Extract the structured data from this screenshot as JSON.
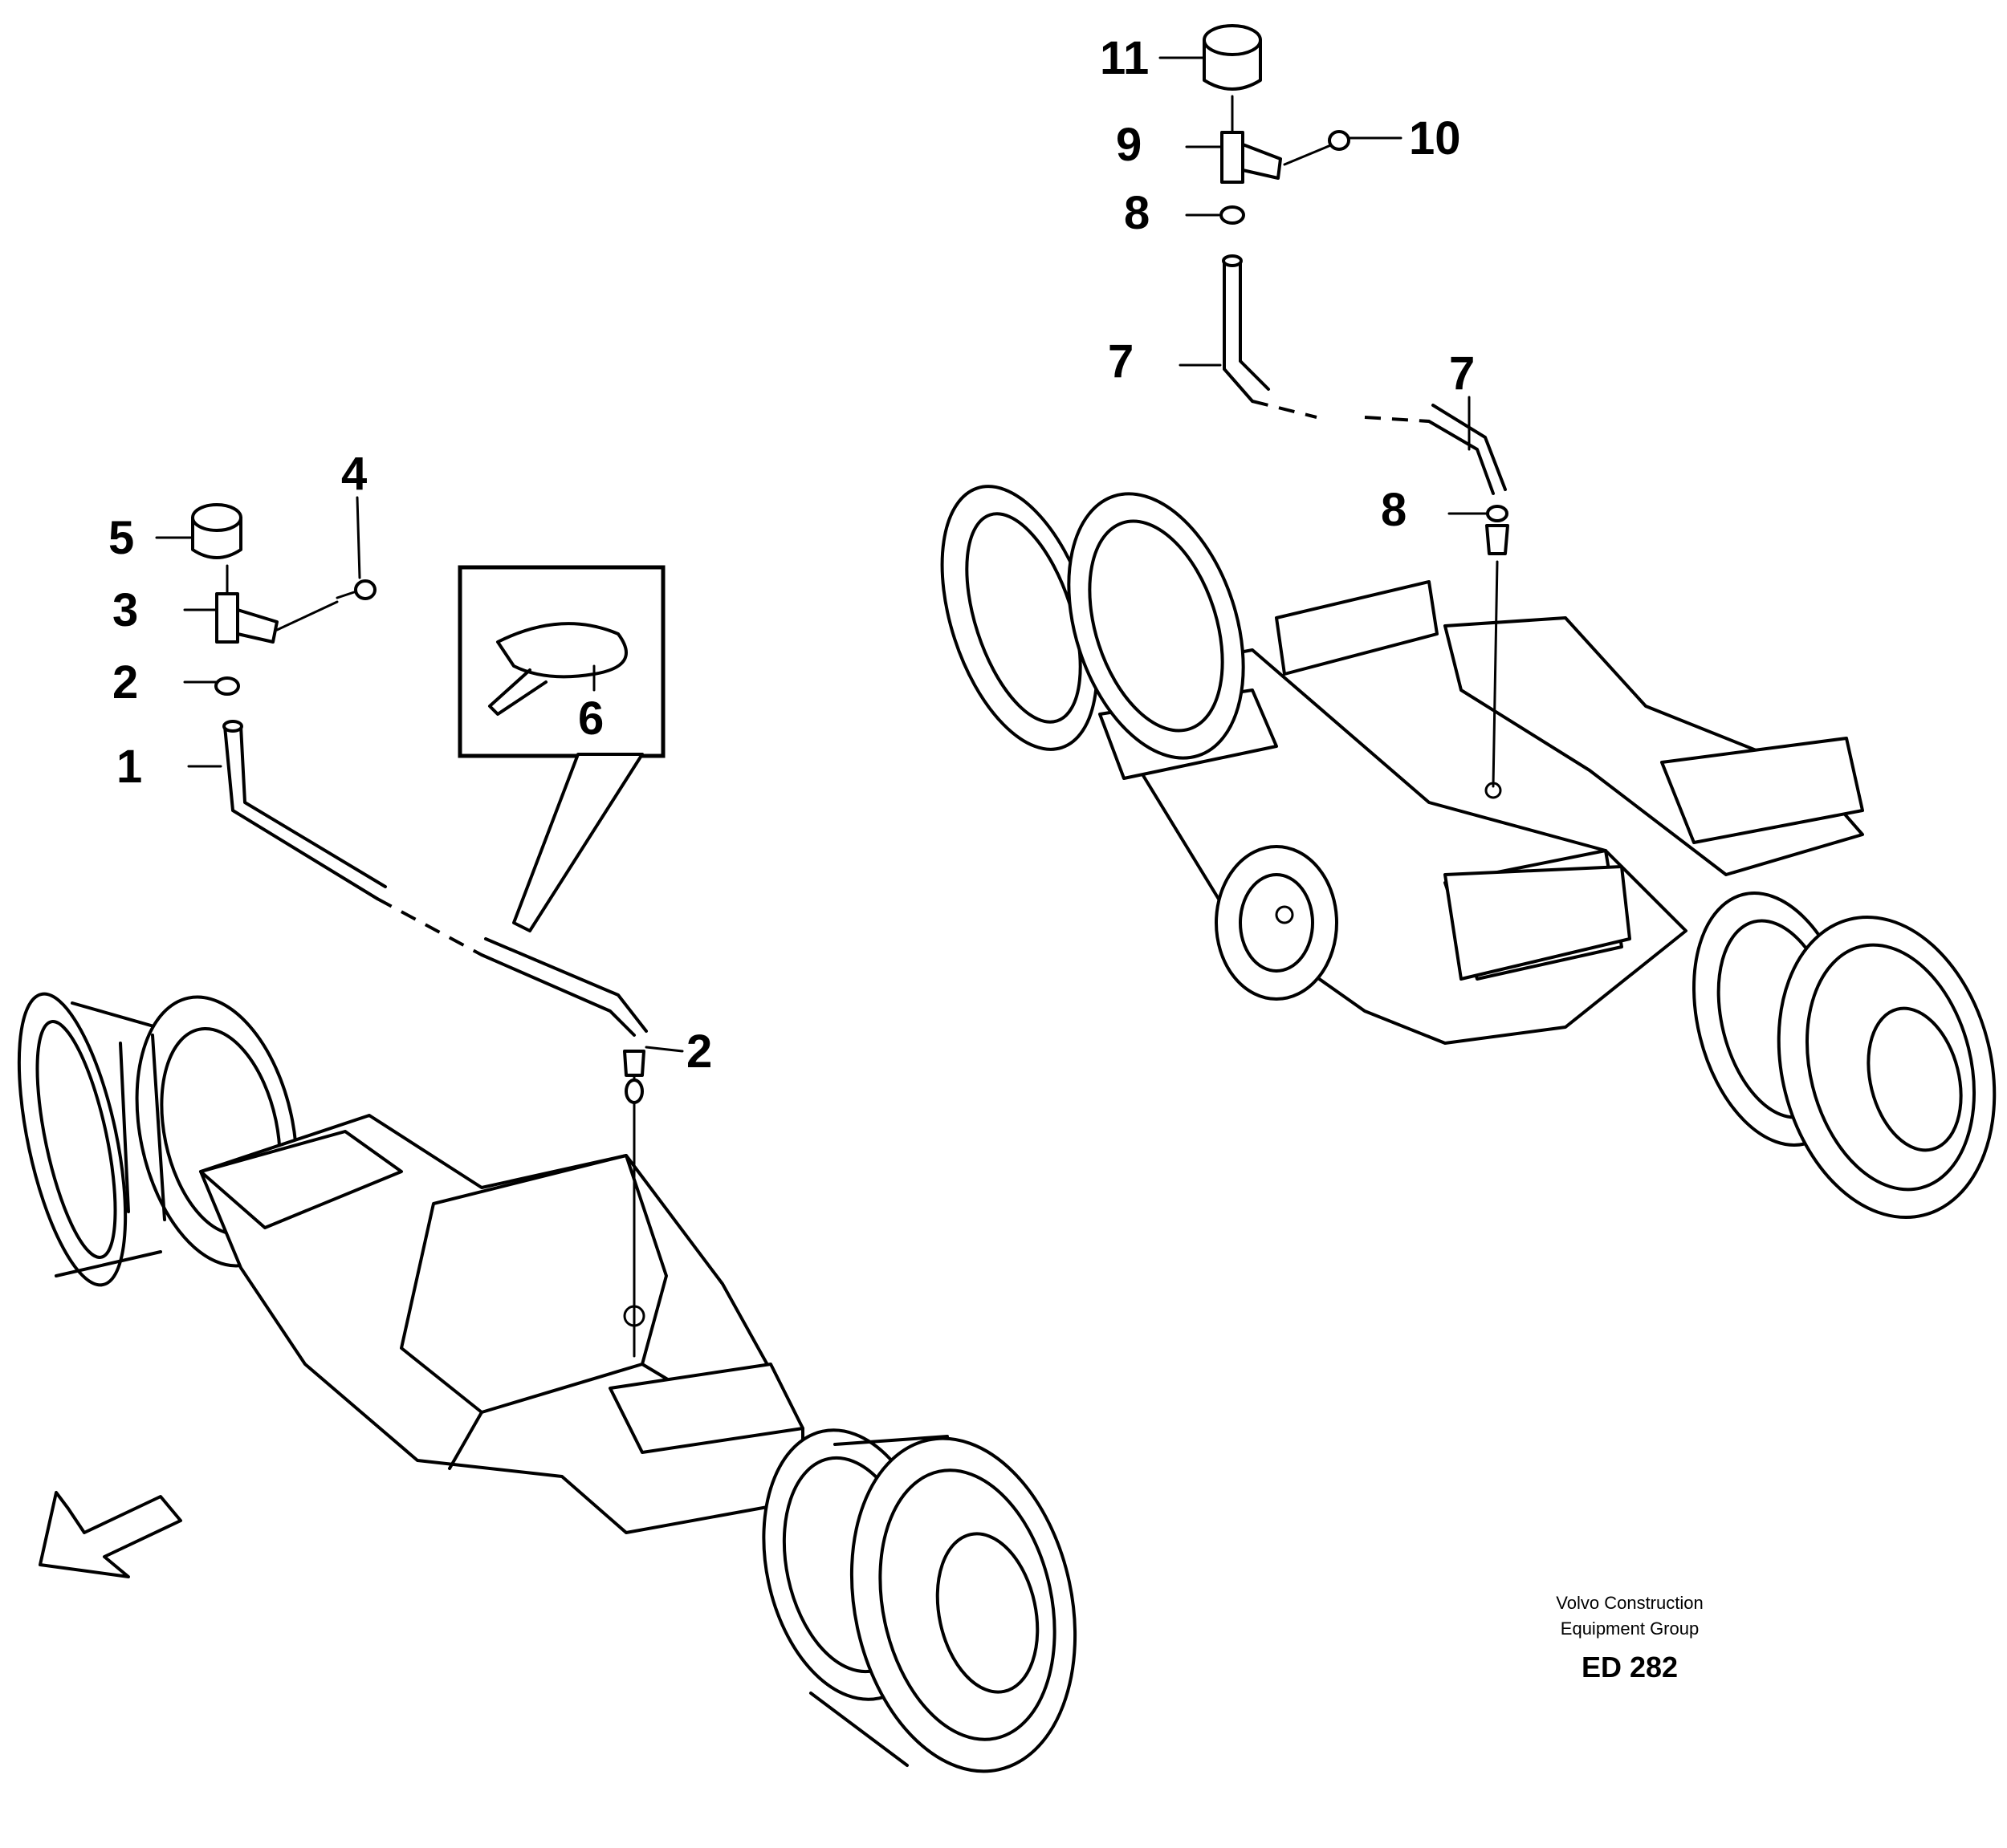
{
  "callouts": {
    "left": [
      {
        "num": "1",
        "part": "hose"
      },
      {
        "num": "2",
        "part": "washer"
      },
      {
        "num": "2",
        "part": "washer-lower"
      },
      {
        "num": "3",
        "part": "holder"
      },
      {
        "num": "4",
        "part": "screw"
      },
      {
        "num": "5",
        "part": "breather-filter"
      },
      {
        "num": "6",
        "part": "cable-tie"
      }
    ],
    "right": [
      {
        "num": "7",
        "part": "hose"
      },
      {
        "num": "7",
        "part": "hose-end"
      },
      {
        "num": "8",
        "part": "washer"
      },
      {
        "num": "8",
        "part": "washer-lower"
      },
      {
        "num": "9",
        "part": "holder"
      },
      {
        "num": "10",
        "part": "screw"
      },
      {
        "num": "11",
        "part": "breather-filter"
      }
    ]
  },
  "credit": {
    "line1": "Volvo Construction",
    "line2": "Equipment Group"
  },
  "drawing_code": "ED 282",
  "icons": [
    "front-direction-arrow-icon"
  ]
}
